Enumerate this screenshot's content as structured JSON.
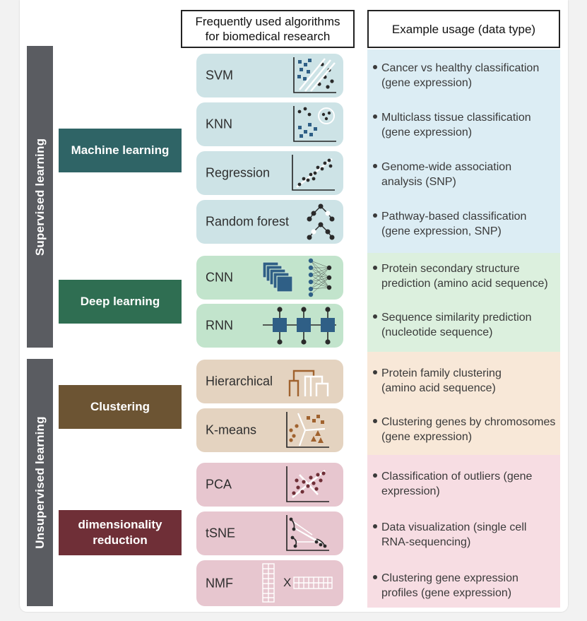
{
  "headers": {
    "algorithms_line1": "Frequently used algorithms",
    "algorithms_line2": "for biomedical research",
    "usage": "Example usage (data type)"
  },
  "sections": {
    "supervised": "Supervised learning",
    "unsupervised": "Unsupervised learning"
  },
  "categories": {
    "machine_learning": "Machine learning",
    "deep_learning": "Deep learning",
    "clustering": "Clustering",
    "dimred_line1": "dimensionality",
    "dimred_line2": "reduction"
  },
  "algorithms": [
    "SVM",
    "KNN",
    "Regression",
    "Random forest",
    "CNN",
    "RNN",
    "Hierarchical",
    "K-means",
    "PCA",
    "tSNE",
    "NMF"
  ],
  "usages": [
    {
      "line1": "Cancer vs healthy classification",
      "line2": "(gene expression)"
    },
    {
      "line1": "Multiclass tissue classification",
      "line2": "(gene expression)"
    },
    {
      "line1": "Genome-wide association",
      "line2": "analysis (SNP)"
    },
    {
      "line1": "Pathway-based classification",
      "line2": "(gene expression, SNP)"
    },
    {
      "line1": "Protein secondary structure",
      "line2": "prediction (amino acid sequence)"
    },
    {
      "line1": "Sequence similarity prediction",
      "line2": "(nucleotide sequence)"
    },
    {
      "line1": "Protein family clustering",
      "line2": "(amino acid sequence)"
    },
    {
      "line1": "Clustering genes by chromosomes",
      "line2": "(gene expression)"
    },
    {
      "line1": "Classification of outliers (gene",
      "line2": "expression)"
    },
    {
      "line1": "Data visualization  (single cell",
      "line2": "RNA-sequencing)"
    },
    {
      "line1": "Clustering gene expression",
      "line2": "profiles (gene expression)"
    }
  ],
  "nmf_operator": "X",
  "colors": {
    "section_bar": "#5a5c61",
    "ml_category": "#2f6466",
    "dl_category": "#2f6e52",
    "clustering_category": "#6c5433",
    "dimred_category": "#6f2f37",
    "ml_blue": "#cde3e6",
    "dl_green": "#c2e4cc",
    "clustering_tan": "#e4d3c0",
    "dimred_pink": "#e7c6cf",
    "icon_blue": "#2f5f86",
    "icon_brown": "#a0622e"
  }
}
